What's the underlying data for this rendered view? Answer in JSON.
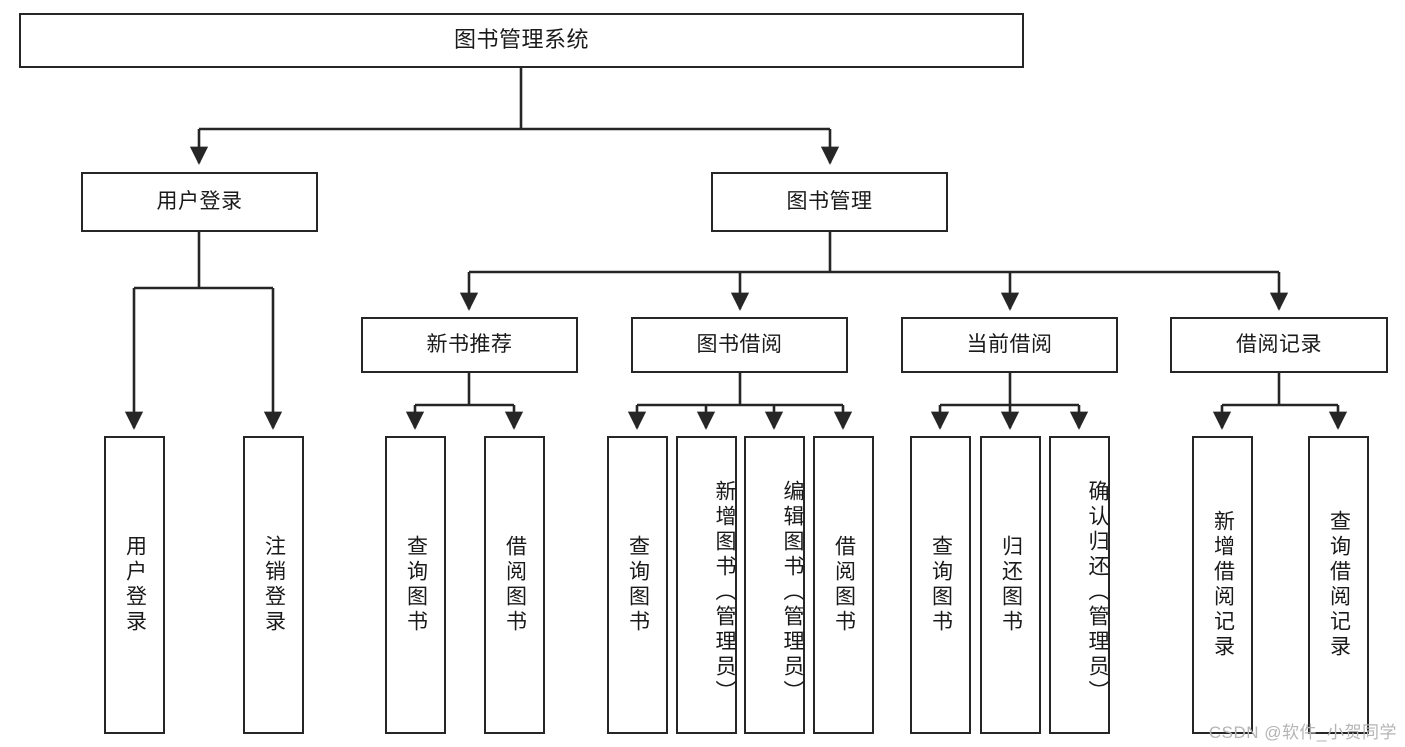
{
  "diagram": {
    "title": "图书管理系统",
    "type": "tree-hierarchy",
    "orientation": "top-down",
    "colors": {
      "box_border": "#262626",
      "box_fill": "#ffffff",
      "connector": "#262626",
      "text": "#1a1a1a",
      "watermark": "#b5b5b5",
      "background": "#ffffff"
    },
    "root": {
      "label": "图书管理系统"
    },
    "level2": [
      {
        "label": "用户登录"
      },
      {
        "label": "图书管理"
      }
    ],
    "level3": [
      {
        "label": "新书推荐"
      },
      {
        "label": "图书借阅"
      },
      {
        "label": "当前借阅"
      },
      {
        "label": "借阅记录"
      }
    ],
    "leaves": {
      "user_login": [
        {
          "label": "用户登录"
        },
        {
          "label": "注销登录"
        }
      ],
      "new_book_recommend": [
        {
          "label": "查询图书"
        },
        {
          "label": "借阅图书"
        }
      ],
      "book_borrow": [
        {
          "label": "查询图书"
        },
        {
          "label": "新增图书（管理员）"
        },
        {
          "label": "编辑图书（管理员）"
        },
        {
          "label": "借阅图书"
        }
      ],
      "current_borrow": [
        {
          "label": "查询图书"
        },
        {
          "label": "归还图书"
        },
        {
          "label": "确认归还（管理员）"
        }
      ],
      "borrow_records": [
        {
          "label": "新增借阅记录"
        },
        {
          "label": "查询借阅记录"
        }
      ]
    }
  },
  "watermark": {
    "text": "CSDN @软件_小贺同学"
  }
}
